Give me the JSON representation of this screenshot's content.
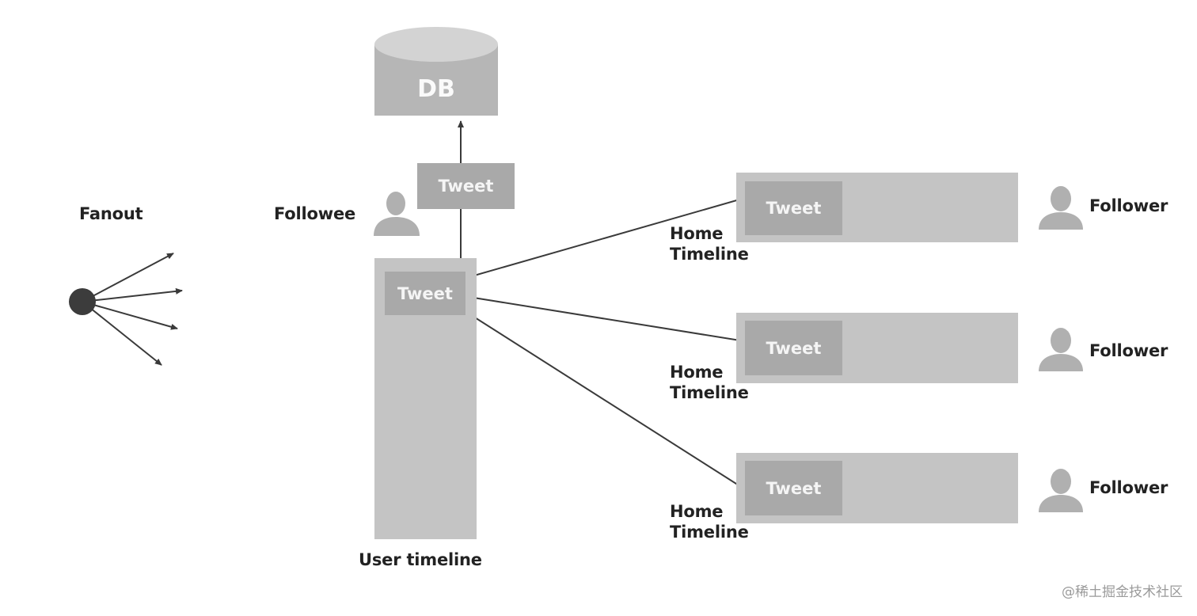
{
  "labels": {
    "fanout": "Fanout",
    "followee": "Followee",
    "user_timeline": "User timeline",
    "home_timeline_line1": "Home",
    "home_timeline_line2": "Timeline",
    "follower": "Follower"
  },
  "db": {
    "label": "DB"
  },
  "tweet_label": "Tweet",
  "home_timelines": [
    {
      "title_line1": "Home",
      "title_line2": "Timeline",
      "tweet": "Tweet",
      "follower": "Follower"
    },
    {
      "title_line1": "Home",
      "title_line2": "Timeline",
      "tweet": "Tweet",
      "follower": "Follower"
    },
    {
      "title_line1": "Home",
      "title_line2": "Timeline",
      "tweet": "Tweet",
      "follower": "Follower"
    }
  ],
  "watermark": "@稀土掘金技术社区",
  "icons": {
    "fanout_node": "fanout-node-icon",
    "person": "person-icon",
    "database": "database-icon"
  },
  "colors": {
    "db_top": "#d3d3d3",
    "db_body": "#b6b6b6",
    "box_light": "#c4c4c4",
    "box_mid": "#a9a9a9",
    "person": "#b0b0b0",
    "node": "#3c3c3c",
    "arrow": "#3a3a3a",
    "text_dark": "#222222",
    "text_light": "#f5f5f5"
  }
}
